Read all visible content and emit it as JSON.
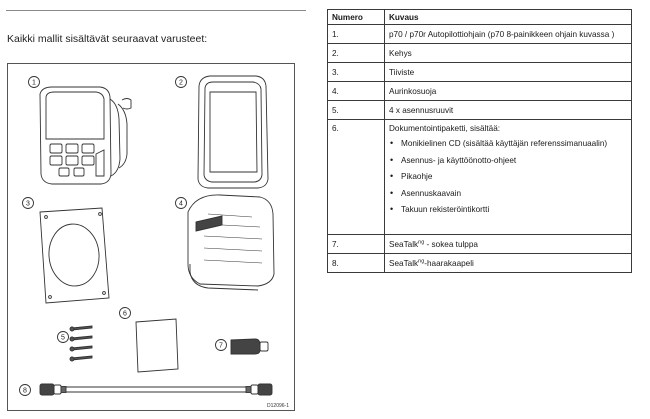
{
  "intro_text": "Kaikki mallit sisältävät seuraavat varusteet:",
  "figure": {
    "callouts": [
      "1",
      "2",
      "3",
      "4",
      "5",
      "6",
      "7",
      "8"
    ],
    "figure_code": "D12096-1"
  },
  "table": {
    "headers": {
      "number": "Numero",
      "description": "Kuvaus"
    },
    "rows": [
      {
        "number": "1.",
        "description": "p70 / p70r Autopilottiohjain (p70 8-painikkeen ohjain kuvassa )"
      },
      {
        "number": "2.",
        "description": "Kehys"
      },
      {
        "number": "3.",
        "description": "Tiiviste"
      },
      {
        "number": "4.",
        "description": "Aurinkosuoja"
      },
      {
        "number": "5.",
        "description": "4 x asennusruuvit"
      },
      {
        "number": "6.",
        "description": "Dokumentointipaketti, sisältää:",
        "items": [
          "Monikielinen CD (sisältää käyttäjän referenssimanuaalin)",
          "Asennus- ja käyttöönotto-ohjeet",
          "Pikaohje",
          "Asennuskaavain",
          "Takuun rekisteröintikortti"
        ]
      },
      {
        "number": "7.",
        "description_prefix": "SeaTalk",
        "description_sup": "ng",
        "description_suffix": " - sokea tulppa"
      },
      {
        "number": "8.",
        "description_prefix": "SeaTalk",
        "description_sup": "ng",
        "description_suffix": "-haarakaapeli"
      }
    ]
  }
}
